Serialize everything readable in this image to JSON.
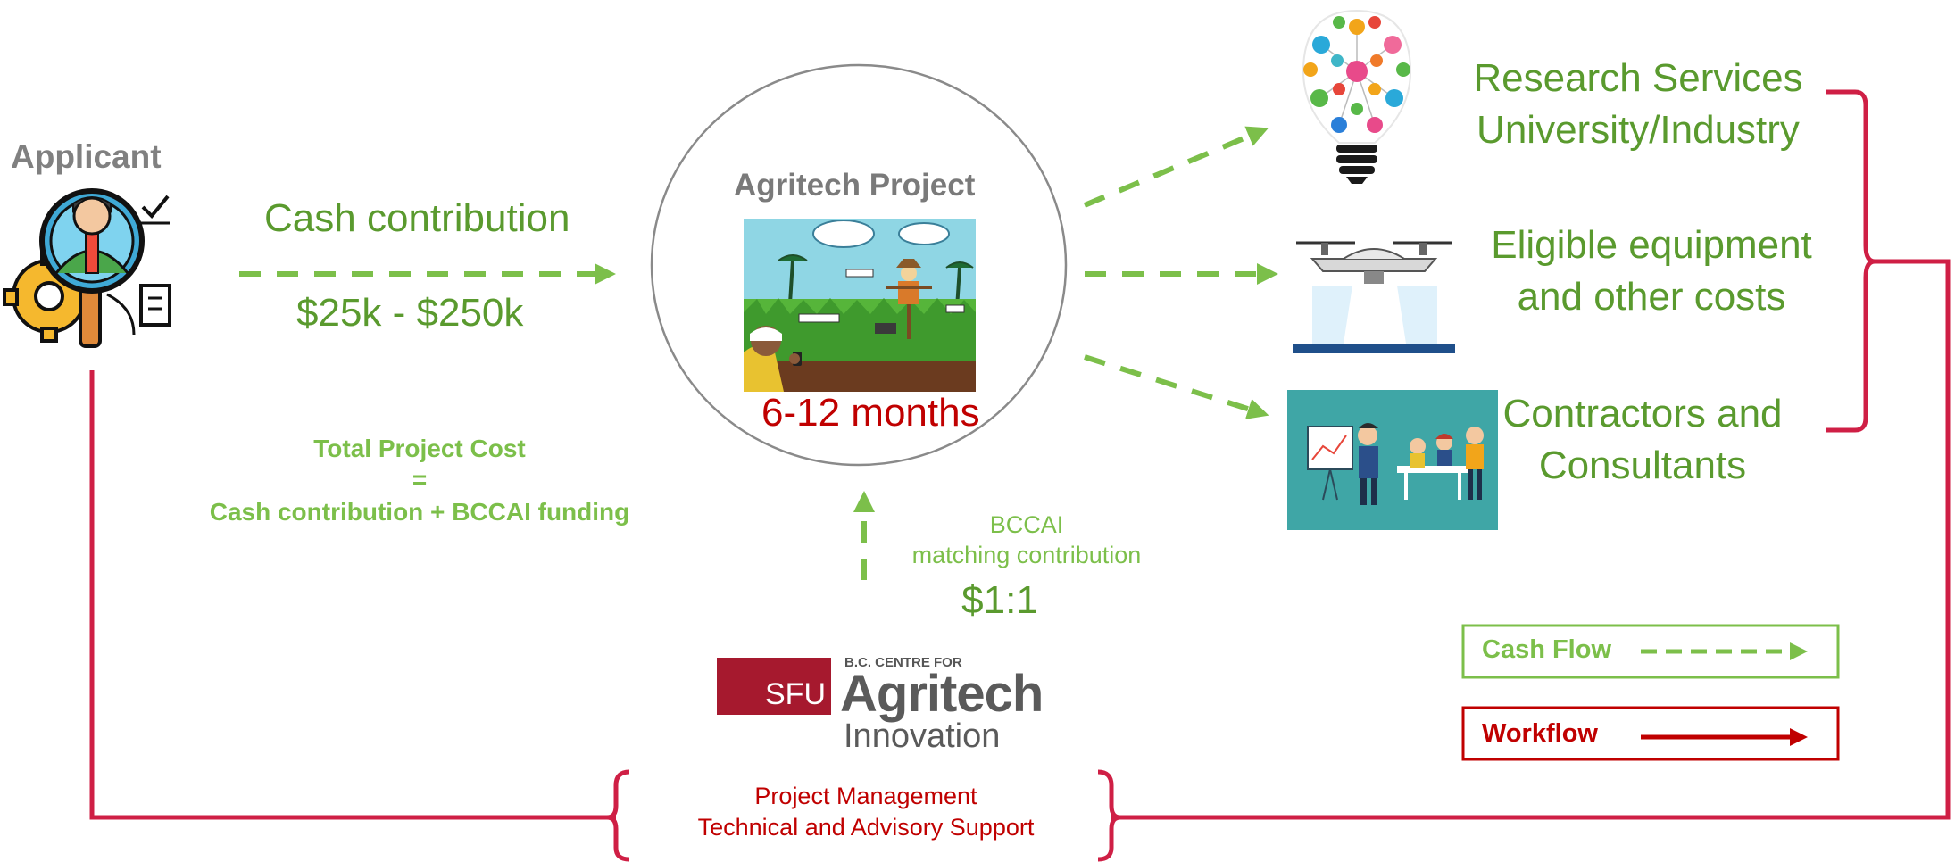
{
  "colors": {
    "green": "#5a9a2e",
    "light_green": "#7cbf4a",
    "red": "#c00000",
    "workflow_red": "#cf1f45",
    "gray": "#808080",
    "sfu_red": "#a6192e"
  },
  "applicant": {
    "label": "Applicant",
    "icon": "applicant-magnifier-gear-icon"
  },
  "cash_contribution": {
    "label": "Cash contribution",
    "range": "$25k - $250k"
  },
  "total_cost": {
    "line1": "Total Project Cost",
    "line2": "=",
    "line3": "Cash contribution  +  BCCAI funding"
  },
  "project": {
    "title": "Agritech Project",
    "duration": "6-12 months",
    "image_icon": "smart-farm-field-illustration"
  },
  "bccai": {
    "line1": "BCCAI",
    "line2": "matching contribution",
    "ratio": "$1:1"
  },
  "outputs": [
    {
      "line1": "Research Services",
      "line2": "University/Industry",
      "icon": "lightbulb-network-icon"
    },
    {
      "line1": "Eligible equipment",
      "line2": "and other costs",
      "icon": "drone-icon"
    },
    {
      "line1": "Contractors and",
      "line2": "Consultants",
      "icon": "team-meeting-illustration"
    }
  ],
  "logo": {
    "sfu": "SFU",
    "small": "B.C. CENTRE FOR",
    "big": "Agritech",
    "sub": "Innovation"
  },
  "support": {
    "line1": "Project Management",
    "line2": "Technical and Advisory Support"
  },
  "legend": {
    "cash_flow": "Cash Flow",
    "workflow": "Workflow"
  }
}
